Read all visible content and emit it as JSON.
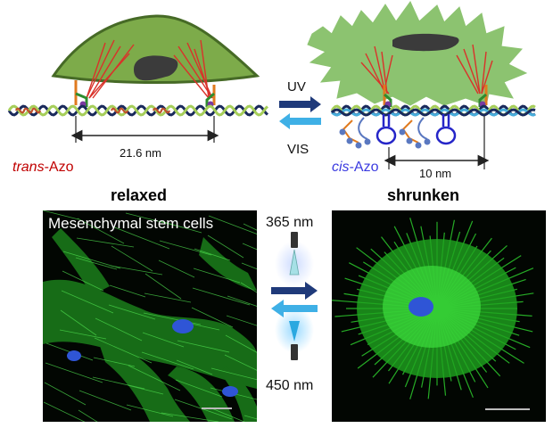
{
  "labels": {
    "relaxed": "relaxed",
    "shrunken": "shrunken",
    "uv": "UV",
    "vis": "VIS",
    "trans_prefix": "trans",
    "trans_suffix": "-Azo",
    "cis_prefix": "cis",
    "cis_suffix": "-Azo",
    "dist_relaxed": "21.6 nm",
    "dist_shrunken": "10 nm",
    "wl_top": "365 nm",
    "wl_bottom": "450 nm",
    "micrograph_caption": "Mesenchymal stem cells"
  },
  "colors": {
    "cell_fill_relaxed": "#7dab4a",
    "cell_fill_shrunken": "#8cc370",
    "nucleus": "#3b3b3b",
    "actin": "#d9322a",
    "dna_dark": "#1a2a5c",
    "dna_light": "#a6ce5a",
    "dna_cyan": "#48aedc",
    "arrow_dark": "#1f3a7a",
    "arrow_light": "#3fb0e6",
    "fluor_green": "#2fd52f",
    "fluor_blue": "#2f55d6",
    "trans_color": "#c00000",
    "cis_color": "#3a3ae0"
  }
}
